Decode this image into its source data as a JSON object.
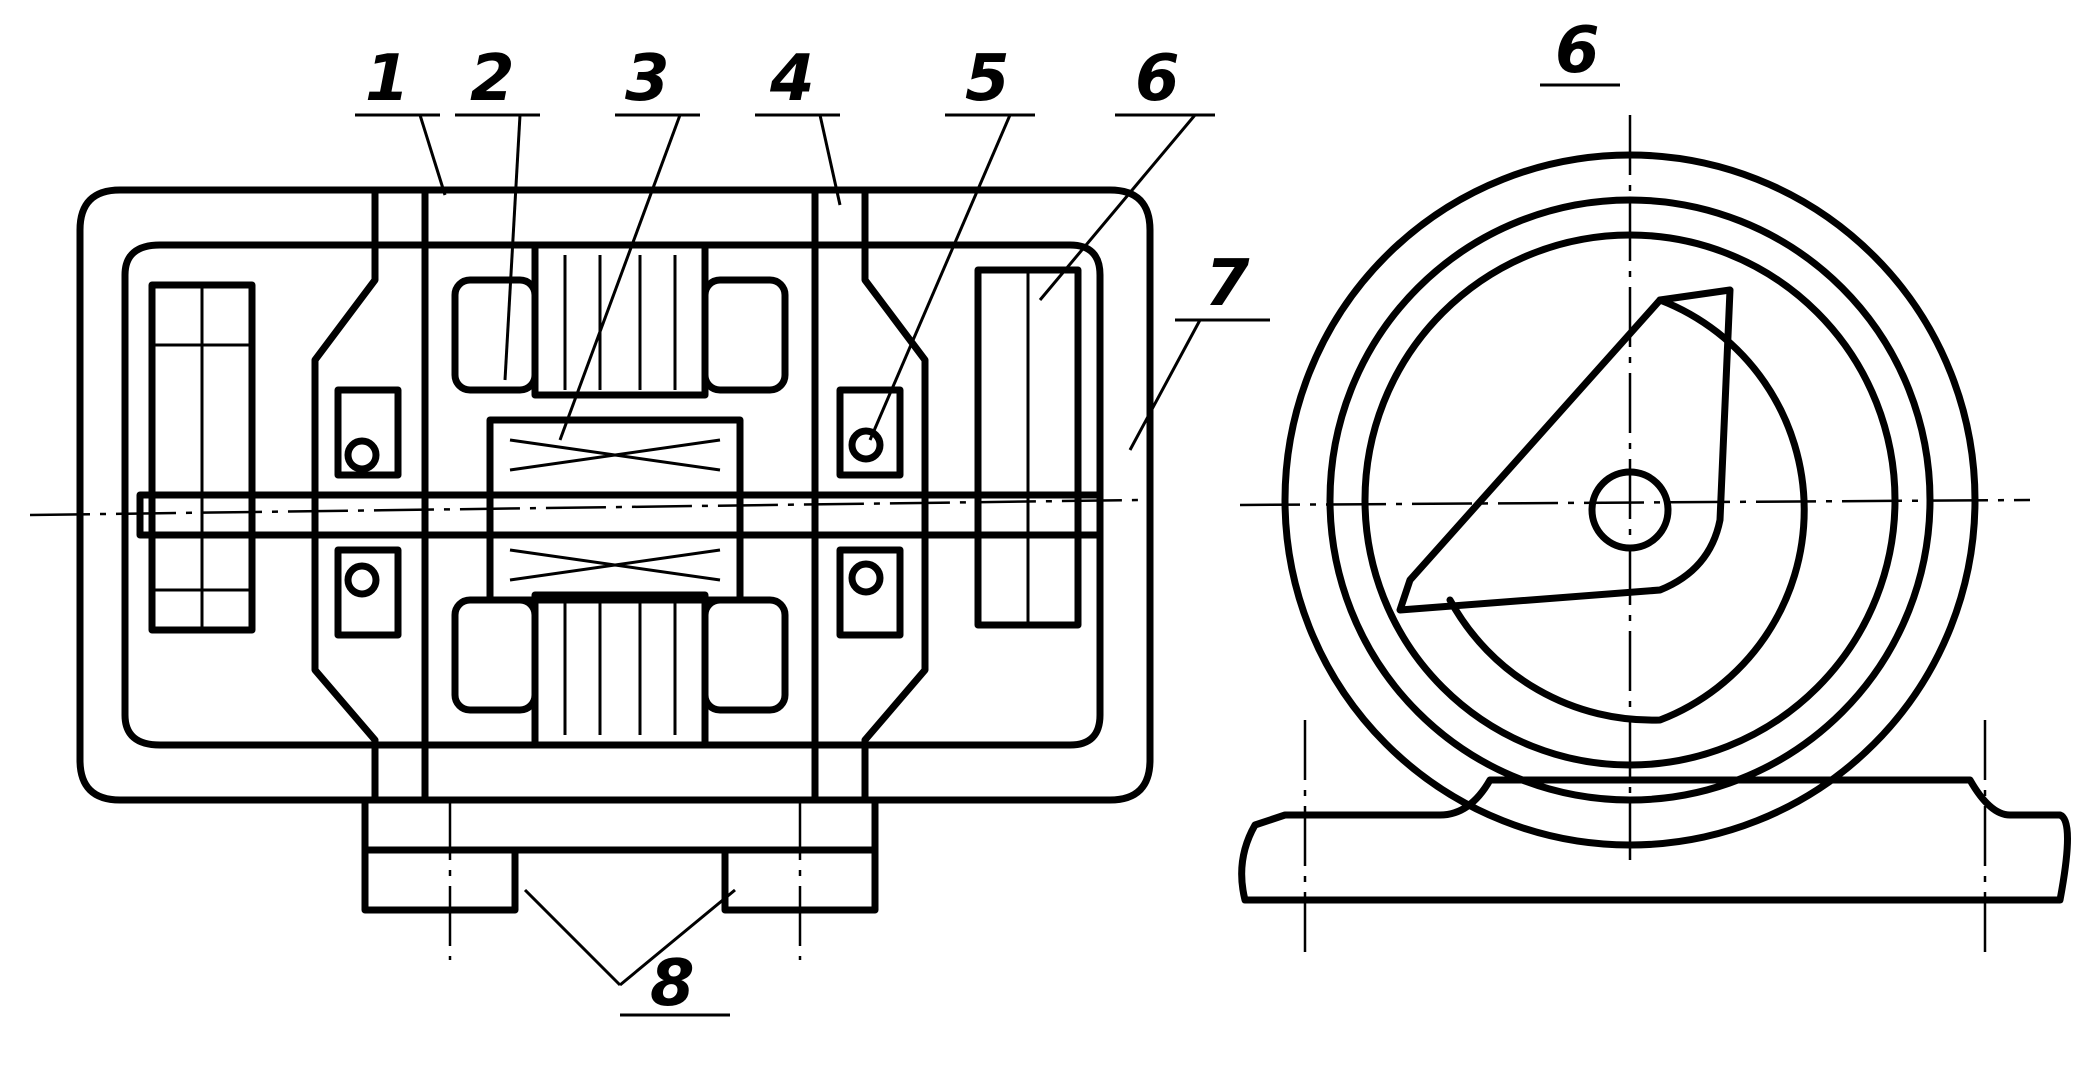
{
  "callouts": {
    "c1": "1",
    "c2": "2",
    "c3": "3",
    "c4": "4",
    "c5": "5",
    "c6": "6",
    "c7": "7",
    "c8": "8",
    "c6_side": "6"
  },
  "colors": {
    "ink": "#000000",
    "paper": "#ffffff"
  }
}
